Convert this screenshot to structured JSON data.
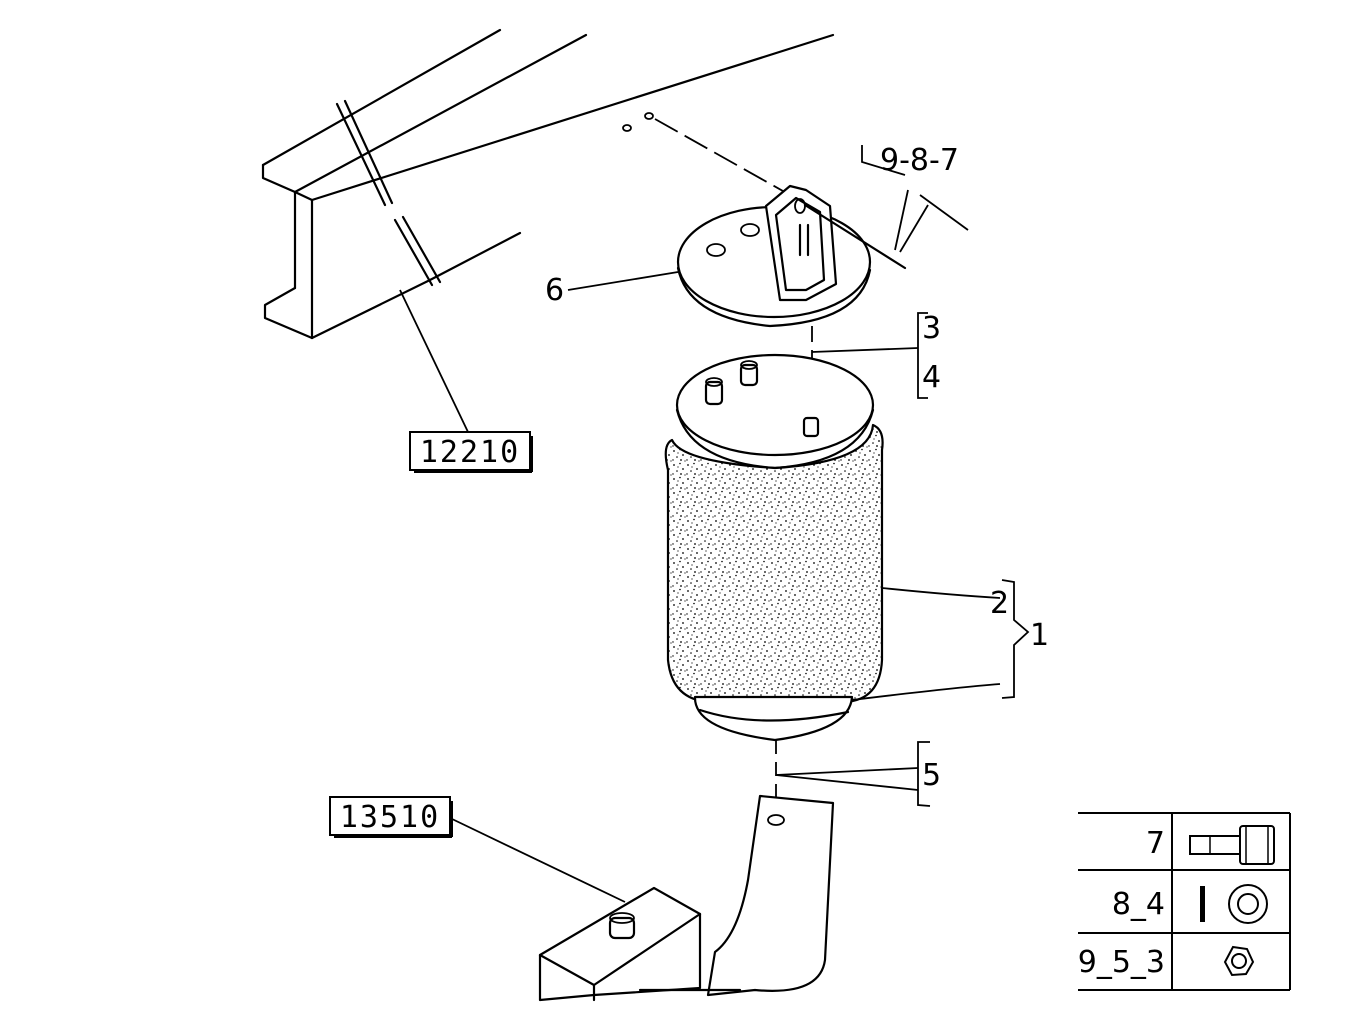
{
  "callouts": {
    "frame_ref": "12210",
    "axle_ref": "13510",
    "bolt_group": "9-8-7",
    "item_1": "1",
    "item_2": "2",
    "item_3": "3",
    "item_4": "4",
    "item_5": "5",
    "item_6": "6"
  },
  "legend": {
    "rows": [
      {
        "label": "7",
        "icon": "bolt-icon"
      },
      {
        "label": "8_4",
        "icon": "washer-icon"
      },
      {
        "label": "9_5_3",
        "icon": "hex-nut-icon"
      }
    ]
  },
  "colors": {
    "ink": "#000000",
    "paper": "#ffffff"
  }
}
